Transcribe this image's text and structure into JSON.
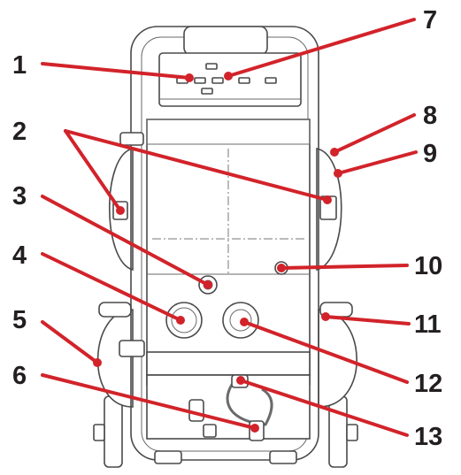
{
  "callouts": [
    {
      "id": "1",
      "label": "1"
    },
    {
      "id": "2",
      "label": "2"
    },
    {
      "id": "3",
      "label": "3"
    },
    {
      "id": "4",
      "label": "4"
    },
    {
      "id": "5",
      "label": "5"
    },
    {
      "id": "6",
      "label": "6"
    },
    {
      "id": "7",
      "label": "7"
    },
    {
      "id": "8",
      "label": "8"
    },
    {
      "id": "9",
      "label": "9"
    },
    {
      "id": "10",
      "label": "10"
    },
    {
      "id": "11",
      "label": "11"
    },
    {
      "id": "12",
      "label": "12"
    },
    {
      "id": "13",
      "label": "13"
    }
  ],
  "colors": {
    "leader": "#d2232a",
    "label": "#231f20",
    "drawing": "#4a4a4a"
  }
}
